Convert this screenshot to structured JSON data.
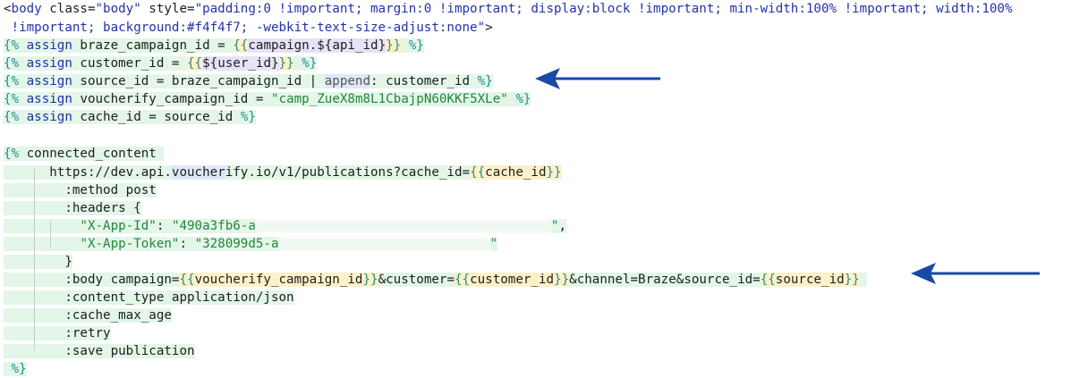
{
  "colors": {
    "arrow": "#1848a8",
    "liquid_tag": "#2233a8",
    "string": "#23863b",
    "variable_bg": "#fdf1c9",
    "line_bg": "#e3f6e8"
  },
  "code_lines": [
    {
      "id": "l1",
      "segments": [
        {
          "text": "<",
          "cls": "c-default"
        },
        {
          "text": "body",
          "cls": "c-blue"
        },
        {
          "text": " class",
          "cls": "c-default"
        },
        {
          "text": "=",
          "cls": "c-default"
        },
        {
          "text": "\"body\"",
          "cls": "c-blue"
        },
        {
          "text": " style",
          "cls": "c-default"
        },
        {
          "text": "=",
          "cls": "c-default"
        },
        {
          "text": "\"padding:0 !important; margin:0 !important; display:block !important; min-width:100% !important; width:100%",
          "cls": "c-blue"
        }
      ]
    },
    {
      "id": "l2",
      "segments": [
        {
          "text": " !important; background:#f4f4f7; -webkit-text-size-adjust:none\"",
          "cls": "c-blue"
        },
        {
          "text": ">",
          "cls": "c-default"
        }
      ]
    },
    {
      "id": "l3",
      "segments": [
        {
          "text": "{%",
          "cls": "c-teal bg-green"
        },
        {
          "text": " assign",
          "cls": "c-blue bg-green"
        },
        {
          "text": " braze_campaign_id = ",
          "cls": "c-default bg-green"
        },
        {
          "text": "{{",
          "cls": "c-teal bg-yellow"
        },
        {
          "text": "campaign.",
          "cls": "c-default bg-purple"
        },
        {
          "text": "${api_id}",
          "cls": "c-default bg-purple"
        },
        {
          "text": "}}",
          "cls": "c-teal bg-yellow"
        },
        {
          "text": " %}",
          "cls": "c-teal bg-green"
        }
      ]
    },
    {
      "id": "l4",
      "segments": [
        {
          "text": "{%",
          "cls": "c-teal bg-green"
        },
        {
          "text": " assign",
          "cls": "c-blue bg-green"
        },
        {
          "text": " customer_id = ",
          "cls": "c-default bg-green"
        },
        {
          "text": "{{",
          "cls": "c-teal bg-yellow"
        },
        {
          "text": "${user_id}",
          "cls": "c-default bg-purple"
        },
        {
          "text": "}}",
          "cls": "c-teal bg-yellow"
        },
        {
          "text": " %}",
          "cls": "c-teal bg-green"
        }
      ]
    },
    {
      "id": "l5",
      "segments": [
        {
          "text": "{%",
          "cls": "c-teal bg-green"
        },
        {
          "text": " assign",
          "cls": "c-blue bg-green"
        },
        {
          "text": " source_id = braze_campaign_id | ",
          "cls": "c-default bg-green"
        },
        {
          "text": "append",
          "cls": "c-gray bg-blue"
        },
        {
          "text": ": customer_id ",
          "cls": "c-default bg-green"
        },
        {
          "text": "%}",
          "cls": "c-teal bg-green"
        }
      ]
    },
    {
      "id": "l6",
      "segments": [
        {
          "text": "{%",
          "cls": "c-teal bg-green"
        },
        {
          "text": " assign",
          "cls": "c-blue bg-green"
        },
        {
          "text": " voucherify_campaign_id = ",
          "cls": "c-default bg-green"
        },
        {
          "text": "\"camp_ZueX8m8L1CbajpN60KKF5XLe\"",
          "cls": "c-green bg-green"
        },
        {
          "text": " %}",
          "cls": "c-teal bg-green"
        }
      ]
    },
    {
      "id": "l7",
      "segments": [
        {
          "text": "{%",
          "cls": "c-teal bg-green"
        },
        {
          "text": " assign",
          "cls": "c-blue bg-green"
        },
        {
          "text": " cache_id = source_id ",
          "cls": "c-default bg-green"
        },
        {
          "text": "%}",
          "cls": "c-teal bg-green"
        }
      ]
    },
    {
      "id": "l8",
      "segments": []
    },
    {
      "id": "l9",
      "segments": [
        {
          "text": "{%",
          "cls": "c-teal bg-green"
        },
        {
          "text": " connected_content ",
          "cls": "c-default bg-green"
        }
      ]
    },
    {
      "id": "l10",
      "segments": [
        {
          "text": "      https://dev.api.",
          "cls": "c-default bg-green"
        },
        {
          "text": "voucher",
          "cls": "c-default bg-blue"
        },
        {
          "text": "ify.io/v1/publications?cache_id=",
          "cls": "c-default bg-green"
        },
        {
          "text": "{{",
          "cls": "c-teal bg-yellow"
        },
        {
          "text": "cache_id",
          "cls": "c-default bg-yellow"
        },
        {
          "text": "}}",
          "cls": "c-teal bg-yellow"
        }
      ]
    },
    {
      "id": "l11",
      "segments": [
        {
          "text": "        :method post",
          "cls": "c-default bg-green"
        }
      ]
    },
    {
      "id": "l12",
      "segments": [
        {
          "text": "        :headers {",
          "cls": "c-default bg-green"
        }
      ]
    },
    {
      "id": "l13",
      "segments": [
        {
          "text": "          \"X-App-Id\"",
          "cls": "c-green bg-green"
        },
        {
          "text": ": ",
          "cls": "c-default bg-green"
        },
        {
          "text": "\"490a3fb6-a",
          "cls": "c-green bg-green"
        },
        {
          "blur": 330
        },
        {
          "text": "\"",
          "cls": "c-green bg-green"
        },
        {
          "text": ",",
          "cls": "c-default bg-green"
        }
      ]
    },
    {
      "id": "l14",
      "segments": [
        {
          "text": "          \"X-App-Token\"",
          "cls": "c-green bg-green"
        },
        {
          "text": ": ",
          "cls": "c-default bg-green"
        },
        {
          "text": "\"328099d5-a",
          "cls": "c-green bg-green"
        },
        {
          "blur": 236
        },
        {
          "text": "\"",
          "cls": "c-green bg-green"
        }
      ]
    },
    {
      "id": "l15",
      "segments": [
        {
          "text": "        }",
          "cls": "c-default bg-green"
        }
      ]
    },
    {
      "id": "l16",
      "segments": [
        {
          "text": "        :body campaign=",
          "cls": "c-default bg-green"
        },
        {
          "text": "{{",
          "cls": "c-teal bg-yellow"
        },
        {
          "text": "voucherify_campaign_id",
          "cls": "c-default bg-yellow"
        },
        {
          "text": "}}",
          "cls": "c-teal bg-yellow"
        },
        {
          "text": "&customer=",
          "cls": "c-default bg-green"
        },
        {
          "text": "{{",
          "cls": "c-teal bg-yellow"
        },
        {
          "text": "customer_id",
          "cls": "c-default bg-yellow"
        },
        {
          "text": "}}",
          "cls": "c-teal bg-yellow"
        },
        {
          "text": "&channel=Braze&source_id=",
          "cls": "c-default bg-green"
        },
        {
          "text": "{{",
          "cls": "c-teal bg-yellow"
        },
        {
          "text": "source_id",
          "cls": "c-default bg-yellow"
        },
        {
          "text": "}}",
          "cls": "c-teal bg-yellow"
        },
        {
          "text": " ",
          "cls": "c-default bg-green"
        }
      ]
    },
    {
      "id": "l17",
      "segments": [
        {
          "text": "        :content_type application/json",
          "cls": "c-default bg-green"
        }
      ]
    },
    {
      "id": "l18",
      "segments": [
        {
          "text": "        :cache_max_age",
          "cls": "c-default bg-green"
        }
      ]
    },
    {
      "id": "l19",
      "segments": [
        {
          "text": "        :retry",
          "cls": "c-default bg-green"
        }
      ]
    },
    {
      "id": "l20",
      "segments": [
        {
          "text": "        :save publication",
          "cls": "c-default bg-green"
        }
      ]
    },
    {
      "id": "l21",
      "segments": [
        {
          "text": " %}",
          "cls": "c-teal bg-green"
        }
      ]
    }
  ]
}
